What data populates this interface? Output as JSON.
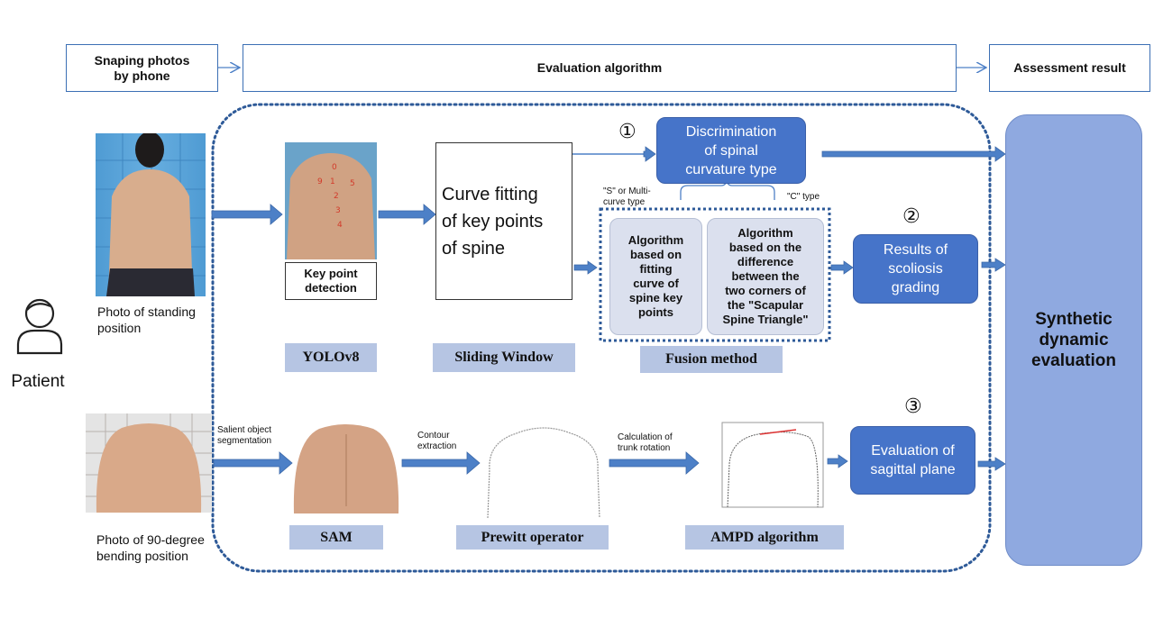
{
  "header": {
    "phone_label": "Snaping photos\nby phone",
    "algorithm_label": "Evaluation algorithm",
    "result_label": "Assessment result"
  },
  "patient": {
    "label": "Patient",
    "icon": "person-icon"
  },
  "standing": {
    "photo_caption": "Photo of standing\nposition",
    "keypoint_label": "Key point\ndetection",
    "curve_fitting_label": "Curve fitting\nof key points\nof spine",
    "discrimination_label": "Discrimination\nof spinal\ncurvature type",
    "s_type_label": "\"S\" or Multi-\ncurve type",
    "c_type_label": "\"C\" type",
    "algo_left": "Algorithm\nbased on\nfitting\ncurve of\nspine key\npoints",
    "algo_right": "Algorithm\nbased on the\ndifference\nbetween the\ntwo corners of\nthe \"Scapular\nSpine Triangle\"",
    "grading_label": "Results of\nscoliosis\ngrading",
    "num1": "①",
    "num2": "②"
  },
  "methods": {
    "yolo": "YOLOv8",
    "sliding": "Sliding Window",
    "fusion": "Fusion method",
    "sam": "SAM",
    "prewitt": "Prewitt operator",
    "ampd": "AMPD algorithm"
  },
  "bending": {
    "photo_caption": "Photo of 90-degree\nbending position",
    "segmentation_label": "Salient object\nsegmentation",
    "contour_label": "Contour\nextraction",
    "rotation_label": "Calculation of\ntrunk rotation",
    "sagittal_label": "Evaluation of\nsagittal plane",
    "num3": "③"
  },
  "synthetic_label": "Synthetic\ndynamic\nevaluation",
  "colors": {
    "accent_blue": "#4674c9",
    "synthetic_fill": "#8fa9e0",
    "arrow_fill": "#4d80c7",
    "method_tag": "#b6c5e3",
    "dotted_border": "#2e5a98"
  }
}
